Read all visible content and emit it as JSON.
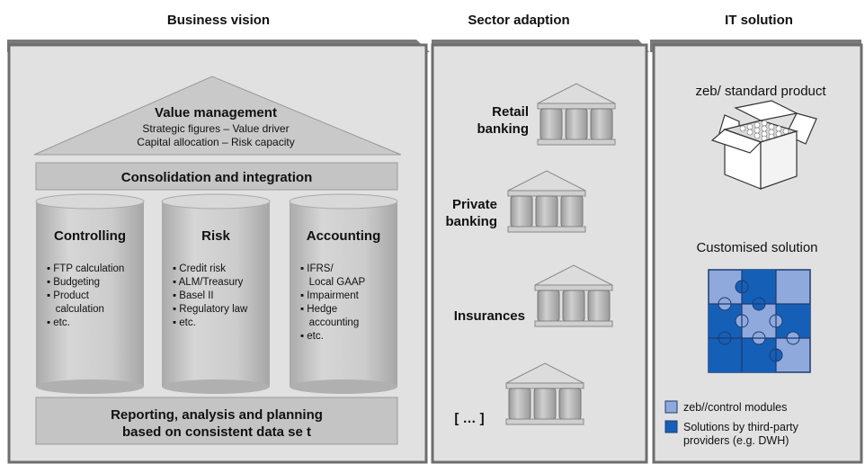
{
  "headers": {
    "business_vision": "Business vision",
    "sector_adaption": "Sector adaption",
    "it_solution": "IT solution"
  },
  "roof": {
    "title": "Value management",
    "line1": "Strategic figures – Value driver",
    "line2": "Capital allocation – Risk capacity"
  },
  "consolidation": "Consolidation and integration",
  "pillars": [
    {
      "title": "Controlling",
      "items": [
        "▪ FTP calculation",
        "▪ Budgeting",
        "▪ Product",
        "   calculation",
        "▪ etc."
      ]
    },
    {
      "title": "Risk",
      "items": [
        "▪ Credit risk",
        "▪ ALM/Treasury",
        "▪ Basel II",
        "▪ Regulatory law",
        "▪ etc."
      ]
    },
    {
      "title": "Accounting",
      "items": [
        "▪ IFRS/",
        "   Local GAAP",
        "▪ Impairment",
        "▪ Hedge",
        "   accounting",
        "▪ etc."
      ]
    }
  ],
  "base": {
    "line1": "Reporting, analysis and planning",
    "line2": "based on consistent data se t"
  },
  "sectors": [
    {
      "line1": "Retail",
      "line2": "banking"
    },
    {
      "line1": "Private",
      "line2": "banking"
    },
    {
      "line1": "Insurances",
      "line2": ""
    },
    {
      "line1": "[ … ]",
      "line2": ""
    }
  ],
  "it": {
    "standard_product": "zeb/ standard product",
    "custom_solution": "Customised solution",
    "legend": [
      {
        "label": "zeb//control modules",
        "color": "#8fa9dc"
      },
      {
        "label1": "Solutions by third-party",
        "label2": "providers (e.g. DWH)",
        "color": "#1560b6"
      }
    ]
  },
  "colors": {
    "panel": "#e1e1e1",
    "panel_border": "#6e6e6e",
    "bar": "#c4c4c4",
    "pillar": "#c8c8c8",
    "light_piece": "#8fa9dc",
    "dark_piece": "#1560b6"
  },
  "icons": [
    "bank-building-icon",
    "box-icon",
    "puzzle-icon"
  ]
}
